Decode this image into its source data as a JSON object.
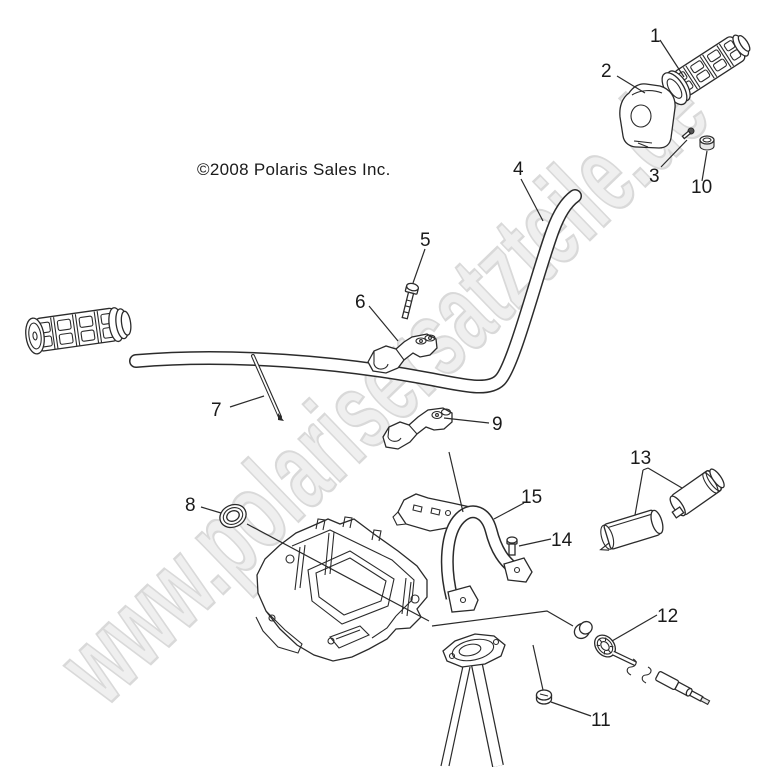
{
  "copyright": "©2008 Polaris Sales Inc.",
  "watermark": "www.polarisersatzteile.de",
  "callouts": [
    "1",
    "2",
    "3",
    "4",
    "5",
    "6",
    "7",
    "8",
    "9",
    "10",
    "11",
    "12",
    "13",
    "14",
    "15"
  ]
}
